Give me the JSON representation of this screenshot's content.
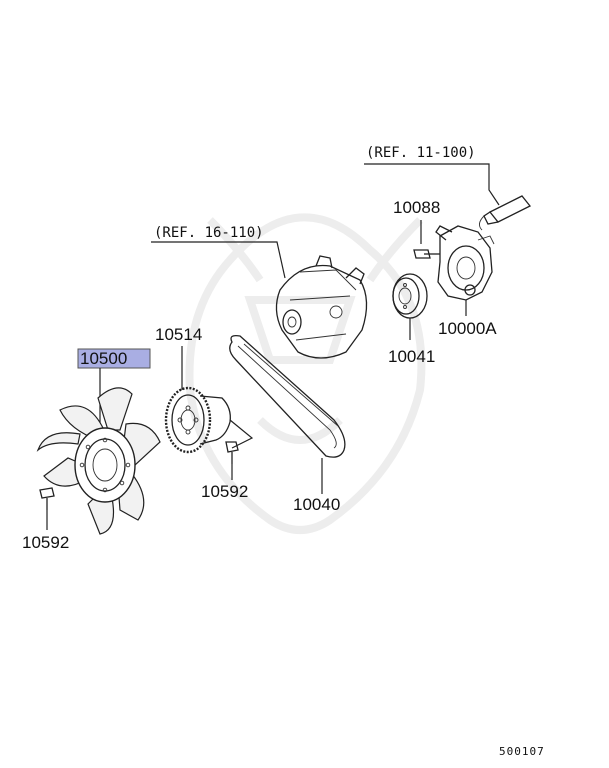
{
  "refs": {
    "ref_11_100": "(REF. 11-100)",
    "ref_16_110": "(REF. 16-110)"
  },
  "labels": {
    "p10088": "10088",
    "p10000A": "10000A",
    "p10041": "10041",
    "p10514": "10514",
    "p10500": "10500",
    "p10592_upper": "10592",
    "p10592_lower": "10592",
    "p10040": "10040"
  },
  "diagram_code": "500107",
  "colors": {
    "highlight_fill": "#a9aee3",
    "highlight_border": "#555555",
    "line": "#222222",
    "fan_fill": "#f2f2f2"
  }
}
